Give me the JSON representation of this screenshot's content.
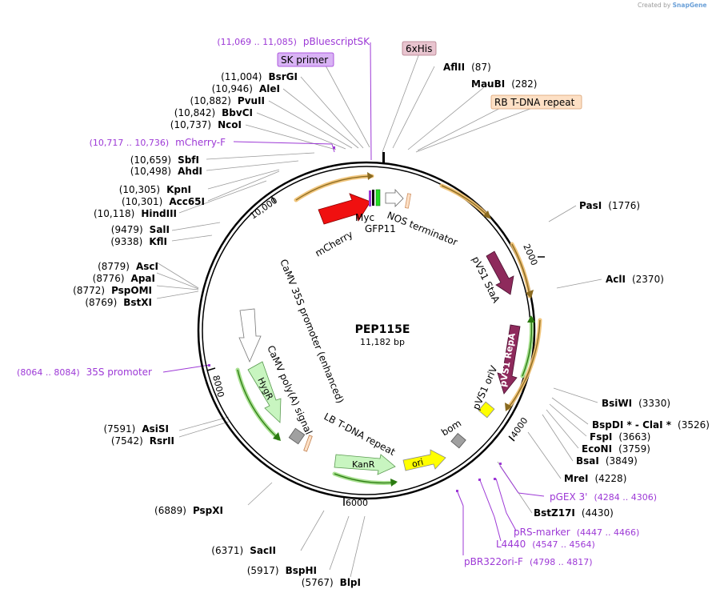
{
  "credit": {
    "prefix": "Created by",
    "brand": "SnapGene"
  },
  "plasmid": {
    "name": "PEP115E",
    "size_label": "11,182 bp"
  },
  "ticks": [
    {
      "angle": 24,
      "label": "2000"
    },
    {
      "angle": 142,
      "label": "4000"
    },
    {
      "angle": 171,
      "label": "6000"
    },
    {
      "angle": 264,
      "label": "8000"
    },
    {
      "angle": 311,
      "label": "10,000"
    }
  ],
  "feature_labels": {
    "myc": "Myc",
    "gfp11": "GFP11",
    "nos": "NOS terminator",
    "mcherry": "mCherry",
    "pvs1_staa": "pVS1 StaA",
    "pvs1_repa": "pVS1 RepA",
    "pvs1_ori": "pVS1 oriV",
    "camv": "CaMV 35S promoter (enhanced)",
    "polya": "CaMV poly(A) signal",
    "hygr": "HygR",
    "lb": "LB T-DNA repeat",
    "bom": "bom",
    "kanr": "KanR",
    "ori": "ori"
  },
  "boxed_labels": [
    {
      "text": "SK primer",
      "fill": "#d9b3f5",
      "stroke": "#9d39d6"
    },
    {
      "text": "6xHis",
      "fill": "#e8c4cf",
      "stroke": "#b07a88"
    },
    {
      "text": "RB T-DNA repeat",
      "fill": "#fde0c5",
      "stroke": "#d9a070"
    }
  ],
  "sites": [
    {
      "name": "AflII",
      "pos": "(87)",
      "side": "right"
    },
    {
      "name": "MauBI",
      "pos": "(282)",
      "side": "right"
    },
    {
      "name": "PasI",
      "pos": "(1776)",
      "side": "right"
    },
    {
      "name": "AclI",
      "pos": "(2370)",
      "side": "right"
    },
    {
      "name": "BsiWI",
      "pos": "(3330)",
      "side": "right"
    },
    {
      "name": "BspDI * - ClaI *",
      "pos": "(3526)",
      "side": "right"
    },
    {
      "name": "FspI",
      "pos": "(3663)",
      "side": "right"
    },
    {
      "name": "EcoNI",
      "pos": "(3759)",
      "side": "right"
    },
    {
      "name": "BsaI",
      "pos": "(3849)",
      "side": "right"
    },
    {
      "name": "MreI",
      "pos": "(4228)",
      "side": "right"
    },
    {
      "name": "BstZ17I",
      "pos": "(4430)",
      "side": "right"
    },
    {
      "name": "BlpI",
      "pos": "(5767)",
      "side": "left"
    },
    {
      "name": "BspHI",
      "pos": "(5917)",
      "side": "left"
    },
    {
      "name": "SacII",
      "pos": "(6371)",
      "side": "left"
    },
    {
      "name": "PspXI",
      "pos": "(6889)",
      "side": "left"
    },
    {
      "name": "RsrII",
      "pos": "(7542)",
      "side": "left"
    },
    {
      "name": "AsiSI",
      "pos": "(7591)",
      "side": "left"
    },
    {
      "name": "BstXI",
      "pos": "(8769)",
      "side": "left"
    },
    {
      "name": "PspOMI",
      "pos": "(8772)",
      "side": "left"
    },
    {
      "name": "ApaI",
      "pos": "(8776)",
      "side": "left"
    },
    {
      "name": "AscI",
      "pos": "(8779)",
      "side": "left"
    },
    {
      "name": "KflI",
      "pos": "(9338)",
      "side": "left"
    },
    {
      "name": "SalI",
      "pos": "(9479)",
      "side": "left"
    },
    {
      "name": "HindIII",
      "pos": "(10,118)",
      "side": "left"
    },
    {
      "name": "Acc65I",
      "pos": "(10,301)",
      "side": "left"
    },
    {
      "name": "KpnI",
      "pos": "(10,305)",
      "side": "left"
    },
    {
      "name": "AhdI",
      "pos": "(10,498)",
      "side": "left"
    },
    {
      "name": "SbfI",
      "pos": "(10,659)",
      "side": "left"
    },
    {
      "name": "NcoI",
      "pos": "(10,737)",
      "side": "left"
    },
    {
      "name": "BbvCI",
      "pos": "(10,842)",
      "side": "left"
    },
    {
      "name": "PvuII",
      "pos": "(10,882)",
      "side": "left"
    },
    {
      "name": "AleI",
      "pos": "(10,946)",
      "side": "left"
    },
    {
      "name": "BsrGI",
      "pos": "(11,004)",
      "side": "left"
    }
  ],
  "primers": [
    {
      "name": "pBluescriptSK",
      "pos": "(11,069 .. 11,085)",
      "side": "left"
    },
    {
      "name": "mCherry-F",
      "pos": "(10,717 .. 10,736)",
      "side": "left"
    },
    {
      "name": "35S promoter",
      "pos": "(8064 .. 8084)",
      "side": "left"
    },
    {
      "name": "pGEX 3'",
      "pos": "(4284 .. 4306)",
      "side": "right"
    },
    {
      "name": "pRS-marker",
      "pos": "(4447 .. 4466)",
      "side": "right"
    },
    {
      "name": "L4440",
      "pos": "(4547 .. 4564)",
      "side": "right"
    },
    {
      "name": "pBR322ori-F",
      "pos": "(4798 .. 4817)",
      "side": "right"
    }
  ],
  "colors": {
    "mcherry": "#f01010",
    "repa": "#8e2a5c",
    "staa": "#8e2a5c",
    "hygr": "#c8f5c0",
    "kanr": "#c8f5c0",
    "ori": "#ffff00",
    "primer": "#9d39d6",
    "orange_arrow": "#f0b030",
    "green_arrow": "#39a818"
  }
}
